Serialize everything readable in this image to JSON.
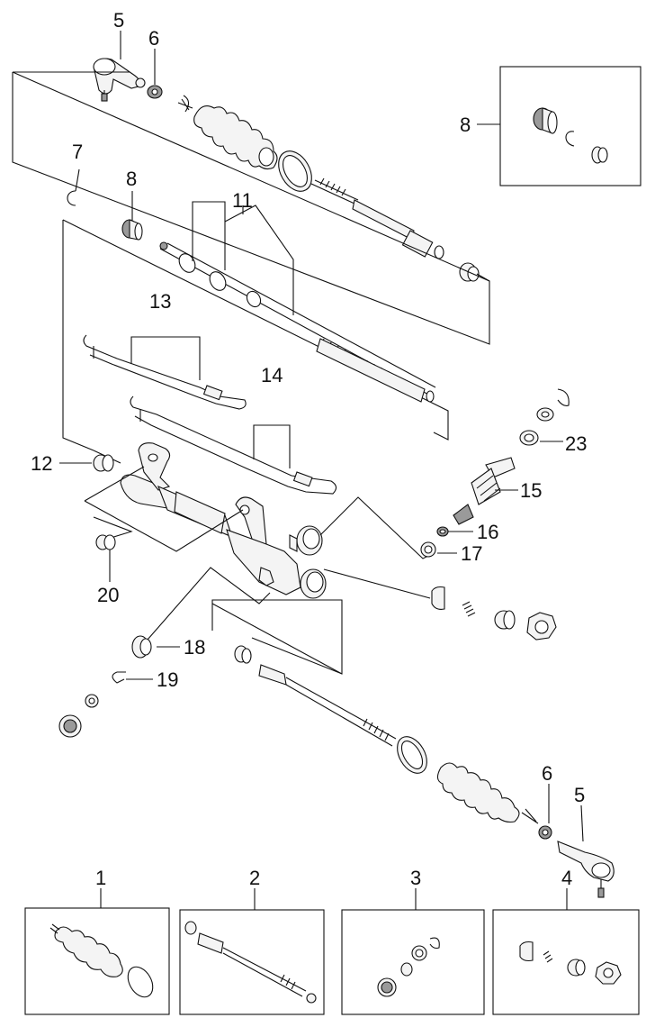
{
  "diagram": {
    "callouts": [
      {
        "id": "c5_top",
        "label": "5"
      },
      {
        "id": "c6_top",
        "label": "6"
      },
      {
        "id": "c8_inset",
        "label": "8"
      },
      {
        "id": "c7",
        "label": "7"
      },
      {
        "id": "c8",
        "label": "8"
      },
      {
        "id": "c11",
        "label": "11"
      },
      {
        "id": "c13",
        "label": "13"
      },
      {
        "id": "c14",
        "label": "14"
      },
      {
        "id": "c23",
        "label": "23"
      },
      {
        "id": "c12",
        "label": "12"
      },
      {
        "id": "c15",
        "label": "15"
      },
      {
        "id": "c16",
        "label": "16"
      },
      {
        "id": "c17",
        "label": "17"
      },
      {
        "id": "c20",
        "label": "20"
      },
      {
        "id": "c18",
        "label": "18"
      },
      {
        "id": "c19",
        "label": "19"
      },
      {
        "id": "c6_bottom",
        "label": "6"
      },
      {
        "id": "c5_bottom",
        "label": "5"
      },
      {
        "id": "c1",
        "label": "1"
      },
      {
        "id": "c2",
        "label": "2"
      },
      {
        "id": "c3",
        "label": "3"
      },
      {
        "id": "c4",
        "label": "4"
      }
    ]
  }
}
